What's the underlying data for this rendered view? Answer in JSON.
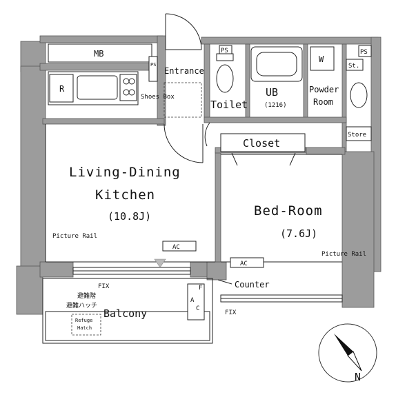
{
  "rooms": {
    "ldk_line1": "Living-Dining",
    "ldk_line2": "Kitchen",
    "ldk_size": "(10.8J)",
    "bedroom": "Bed-Room",
    "bedroom_size": "(7.6J)",
    "balcony": "Balcony",
    "entrance": "Entrance",
    "toilet": "Toilet",
    "ub": "UB",
    "ub_size": "(1216)",
    "powder_line1": "Powder",
    "powder_line2": "Room",
    "closet": "Closet",
    "shoes_box": "Shoes Box",
    "store": "Store"
  },
  "fixtures": {
    "mb": "MB",
    "ps_left": "PS",
    "ps_top1": "PS",
    "ps_top2": "PS",
    "refrigerator": "R",
    "washer": "W",
    "st": "St.",
    "ac_ldk": "AC",
    "ac_bed": "AC",
    "picture_rail_left": "Picture Rail",
    "picture_rail_right": "Picture Rail",
    "counter": "Counter",
    "fix_left": "FIX",
    "fix_right": "FIX",
    "fac_f": "F",
    "fac_a": "A",
    "fac_c": "C",
    "hatch_jp_1": "避難階",
    "hatch_jp_2": "避難ハッチ",
    "refuge_hatch_1": "Refuge",
    "refuge_hatch_2": "Hatch"
  },
  "compass": {
    "north": "N"
  },
  "colors": {
    "wall": "#9c9c9c",
    "line": "#222222",
    "background": "#ffffff"
  }
}
